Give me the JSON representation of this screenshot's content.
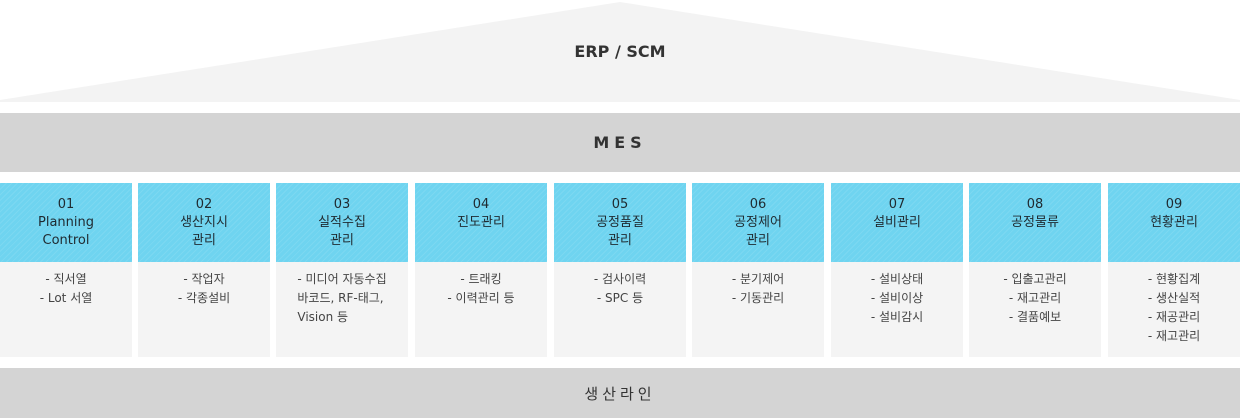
{
  "erp": {
    "label": "ERP / SCM"
  },
  "mes": {
    "label": "MES"
  },
  "line": {
    "label": "생산라인"
  },
  "colors": {
    "roof": "#f3f3f3",
    "band": "#d4d4d4",
    "module_head": "#6fd4f0",
    "module_body": "#f4f4f4"
  },
  "modules": [
    {
      "num": "01",
      "title": "Planning\nControl",
      "items": [
        "- 직서열",
        "- Lot 서열"
      ]
    },
    {
      "num": "02",
      "title": "생산지시\n관리",
      "items": [
        "- 작업자",
        "- 각종설비"
      ]
    },
    {
      "num": "03",
      "title": "실적수집\n관리",
      "items": [
        "- 미디어 자동수집\n  바코드, RF-태그,\n  Vision 등"
      ]
    },
    {
      "num": "04",
      "title": "진도관리",
      "items": [
        "- 트래킹",
        "- 이력관리 등"
      ]
    },
    {
      "num": "05",
      "title": "공정품질\n관리",
      "items": [
        "- 검사이력",
        "- SPC 등"
      ]
    },
    {
      "num": "06",
      "title": "공정제어\n관리",
      "items": [
        "- 분기제어",
        "- 기동관리"
      ]
    },
    {
      "num": "07",
      "title": "설비관리",
      "items": [
        "- 설비상태",
        "- 설비이상",
        "- 설비감시"
      ]
    },
    {
      "num": "08",
      "title": "공정물류",
      "items": [
        "- 입출고관리",
        "- 재고관리",
        "- 결품예보"
      ]
    },
    {
      "num": "09",
      "title": "현황관리",
      "items": [
        "- 현황집계",
        "- 생산실적",
        "- 재공관리",
        "- 재고관리"
      ]
    }
  ]
}
